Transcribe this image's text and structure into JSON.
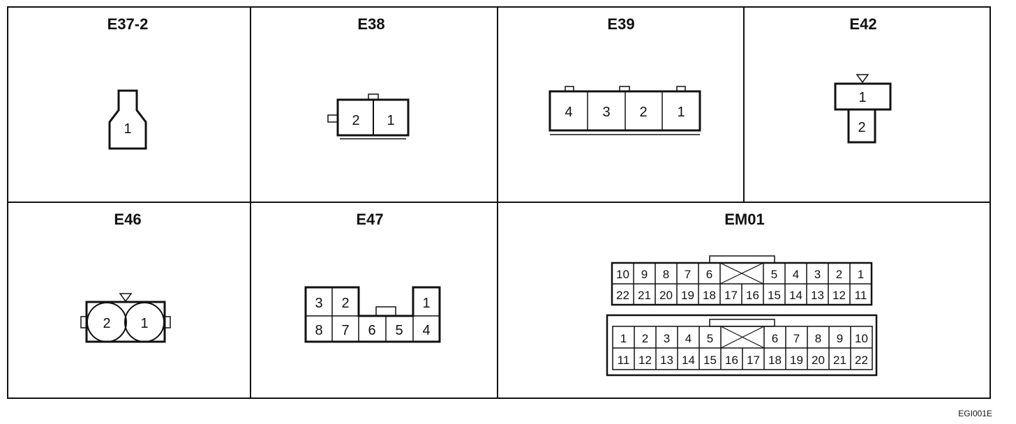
{
  "connectors": {
    "e37_2": {
      "title": "E37-2",
      "pins": [
        "1"
      ]
    },
    "e38": {
      "title": "E38",
      "pins": [
        "2",
        "1"
      ]
    },
    "e39": {
      "title": "E39",
      "pins": [
        "4",
        "3",
        "2",
        "1"
      ]
    },
    "e42": {
      "title": "E42",
      "pins": [
        "1",
        "2"
      ]
    },
    "e46": {
      "title": "E46",
      "pins": [
        "2",
        "1"
      ]
    },
    "e47": {
      "title": "E47",
      "top_pins": [
        "3",
        "2",
        "1"
      ],
      "bottom_pins": [
        "8",
        "7",
        "6",
        "5",
        "4"
      ]
    },
    "em01": {
      "title": "EM01",
      "upper": {
        "row1": [
          "10",
          "9",
          "8",
          "7",
          "6",
          "5",
          "4",
          "3",
          "2",
          "1"
        ],
        "row2": [
          "22",
          "21",
          "20",
          "19",
          "18",
          "17",
          "16",
          "15",
          "14",
          "13",
          "12",
          "11"
        ]
      },
      "lower": {
        "row1": [
          "1",
          "2",
          "3",
          "4",
          "5",
          "6",
          "7",
          "8",
          "9",
          "10"
        ],
        "row2": [
          "11",
          "12",
          "13",
          "14",
          "15",
          "16",
          "17",
          "18",
          "19",
          "20",
          "21",
          "22"
        ]
      }
    }
  },
  "figure_code": "EGI001E"
}
